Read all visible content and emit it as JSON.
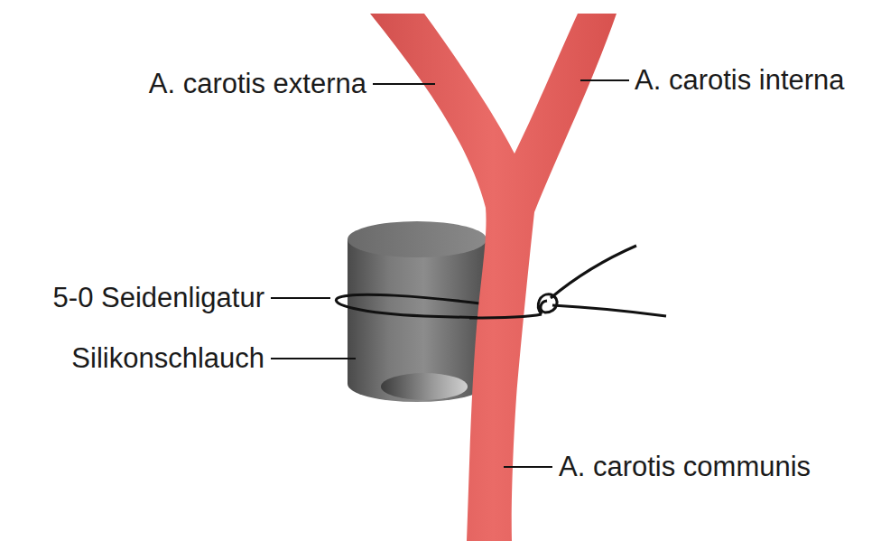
{
  "diagram": {
    "labels": [
      "A. carotis externa",
      "A. carotis interna",
      "5-0 Seidenligatur",
      "Silikonschlauch",
      "A. carotis communis"
    ]
  }
}
